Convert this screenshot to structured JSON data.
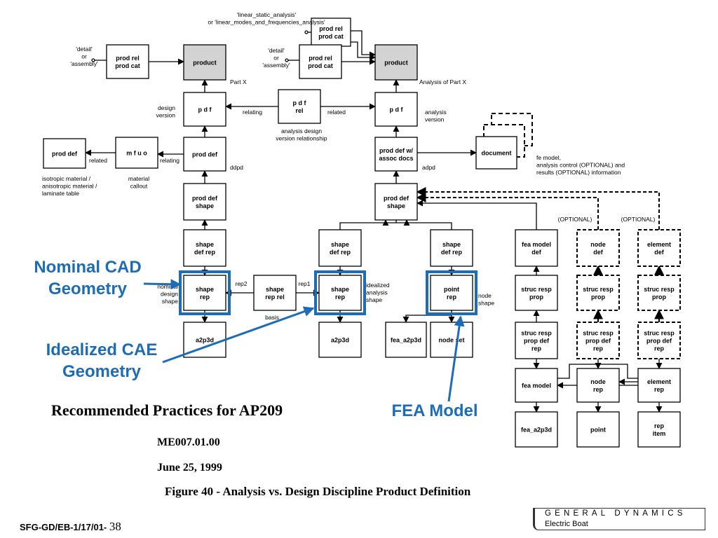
{
  "diagram": {
    "boxes": [
      {
        "id": "l_product",
        "lines": [
          "product"
        ],
        "shaded": true
      },
      {
        "id": "l_prodrel",
        "lines": [
          "prod rel",
          "prod cat"
        ]
      },
      {
        "id": "l_pdf",
        "lines": [
          "p d f"
        ]
      },
      {
        "id": "c_pdfrel",
        "lines": [
          "p d f",
          "rel"
        ]
      },
      {
        "id": "l_proddef",
        "lines": [
          "prod def"
        ]
      },
      {
        "id": "mfuo",
        "lines": [
          "m f u o"
        ]
      },
      {
        "id": "ext_proddef",
        "lines": [
          "prod def"
        ]
      },
      {
        "id": "l_proddefshape",
        "lines": [
          "prod def",
          "shape"
        ]
      },
      {
        "id": "l_shapedefrep",
        "lines": [
          "shape",
          "def rep"
        ]
      },
      {
        "id": "l_shaperep",
        "lines": [
          "shape",
          "rep"
        ],
        "highlight": true
      },
      {
        "id": "l_a2p3d",
        "lines": [
          "a2p3d"
        ]
      },
      {
        "id": "shaperel",
        "lines": [
          "shape",
          "rep rel"
        ]
      },
      {
        "id": "r_prodrel_top",
        "lines": [
          "prod rel",
          "prod cat"
        ]
      },
      {
        "id": "r_prodrel",
        "lines": [
          "prod rel",
          "prod cat"
        ]
      },
      {
        "id": "r_product",
        "lines": [
          "product"
        ],
        "shaded": true
      },
      {
        "id": "r_pdf",
        "lines": [
          "p d f"
        ]
      },
      {
        "id": "r_proddef",
        "lines": [
          "prod def w/",
          "assoc docs"
        ]
      },
      {
        "id": "document",
        "lines": [
          "document"
        ]
      },
      {
        "id": "r_proddefshape",
        "lines": [
          "prod def",
          "shape"
        ]
      },
      {
        "id": "m_shapedefrep",
        "lines": [
          "shape",
          "def rep"
        ]
      },
      {
        "id": "m_shaperep",
        "lines": [
          "shape",
          "rep"
        ],
        "highlight": true
      },
      {
        "id": "m_a2p3d",
        "lines": [
          "a2p3d"
        ]
      },
      {
        "id": "p_shapedefrep",
        "lines": [
          "shape",
          "def rep"
        ]
      },
      {
        "id": "p_pointrep",
        "lines": [
          "point",
          "rep"
        ],
        "highlight": true
      },
      {
        "id": "fea_a2p3d_b",
        "lines": [
          "fea_a2p3d"
        ]
      },
      {
        "id": "nodeset",
        "lines": [
          "node set"
        ]
      },
      {
        "id": "feamodeldef",
        "lines": [
          "fea model",
          "def"
        ]
      },
      {
        "id": "strucrespprop",
        "lines": [
          "struc resp",
          "prop"
        ]
      },
      {
        "id": "strucresppropdef",
        "lines": [
          "struc resp",
          "prop def",
          "rep"
        ]
      },
      {
        "id": "feamodel",
        "lines": [
          "fea model"
        ]
      },
      {
        "id": "fea_a2p3d_r",
        "lines": [
          "fea_a2p3d"
        ]
      },
      {
        "id": "nodedef",
        "lines": [
          "node",
          "def"
        ],
        "dashed": true
      },
      {
        "id": "n_srp",
        "lines": [
          "struc resp",
          "prop"
        ],
        "dashed": true
      },
      {
        "id": "n_srpd",
        "lines": [
          "struc resp",
          "prop def",
          "rep"
        ],
        "dashed": true
      },
      {
        "id": "noderep",
        "lines": [
          "node",
          "rep"
        ]
      },
      {
        "id": "point",
        "lines": [
          "point"
        ]
      },
      {
        "id": "elementdef",
        "lines": [
          "element",
          "def"
        ],
        "dashed": true
      },
      {
        "id": "e_srp",
        "lines": [
          "struc resp",
          "prop"
        ],
        "dashed": true
      },
      {
        "id": "e_srpd",
        "lines": [
          "struc resp",
          "prop def",
          "rep"
        ],
        "dashed": true
      },
      {
        "id": "elementrep",
        "lines": [
          "element",
          "rep"
        ]
      },
      {
        "id": "repitem",
        "lines": [
          "rep",
          "item"
        ]
      }
    ],
    "labels": [
      {
        "id": "t1",
        "lines": [
          "'linear_static_analysis'",
          "or 'linear_modes_and_frequencies_analysis'"
        ]
      },
      {
        "id": "t2",
        "lines": [
          "'detail'",
          "or",
          "'assembly'"
        ]
      },
      {
        "id": "t3",
        "lines": [
          "'detail'",
          "or",
          "'assembly'"
        ]
      },
      {
        "id": "t4",
        "lines": [
          "Part X"
        ]
      },
      {
        "id": "t5",
        "lines": [
          "Analysis of Part X"
        ]
      },
      {
        "id": "t6",
        "lines": [
          "design",
          "version"
        ]
      },
      {
        "id": "t7",
        "lines": [
          "relating"
        ]
      },
      {
        "id": "t8",
        "lines": [
          "related"
        ]
      },
      {
        "id": "t9",
        "lines": [
          "analysis design",
          "version relationship"
        ]
      },
      {
        "id": "t10",
        "lines": [
          "analysis",
          "version"
        ]
      },
      {
        "id": "t11",
        "lines": [
          "related"
        ]
      },
      {
        "id": "t12",
        "lines": [
          "relating"
        ]
      },
      {
        "id": "t13",
        "lines": [
          "isotropic material /",
          "anisotropic material /",
          "laminate table"
        ]
      },
      {
        "id": "t14",
        "lines": [
          "material",
          "callout"
        ]
      },
      {
        "id": "t15",
        "lines": [
          "ddpd"
        ]
      },
      {
        "id": "t16",
        "lines": [
          "adpd"
        ]
      },
      {
        "id": "t17",
        "lines": [
          "fe model,",
          "analysis control (OPTIONAL) and",
          "results (OPTIONAL) information"
        ]
      },
      {
        "id": "t18",
        "lines": [
          "(OPTIONAL)"
        ]
      },
      {
        "id": "t19",
        "lines": [
          "(OPTIONAL)"
        ]
      },
      {
        "id": "t20",
        "lines": [
          "nominal",
          "design",
          "shape"
        ]
      },
      {
        "id": "t21",
        "lines": [
          "rep2"
        ]
      },
      {
        "id": "t22",
        "lines": [
          "rep1"
        ]
      },
      {
        "id": "t23",
        "lines": [
          "basis"
        ]
      },
      {
        "id": "t24",
        "lines": [
          "idealized",
          "analysis",
          "shape"
        ]
      },
      {
        "id": "t25",
        "lines": [
          "node",
          "shape"
        ]
      }
    ]
  },
  "callouts": {
    "nominal": [
      "Nominal CAD",
      "Geometry"
    ],
    "idealized": [
      "Idealized CAE",
      "Geometry"
    ],
    "fea": "FEA Model"
  },
  "captions": {
    "practices": "Recommended Practices for AP209",
    "doc_id": "ME007.01.00",
    "date": "June 25, 1999",
    "figure": "Figure 40 - Analysis vs. Design Discipline Product Definition"
  },
  "footer": {
    "prefix": "SFG-GD/EB-1/17/01- ",
    "page": "38"
  },
  "logo": {
    "name": "GENERAL DYNAMICS",
    "sub": "Electric Boat"
  },
  "colors": {
    "accent": "#1c6cb8",
    "line": "#000000",
    "shaded": "#d3d3d3"
  }
}
